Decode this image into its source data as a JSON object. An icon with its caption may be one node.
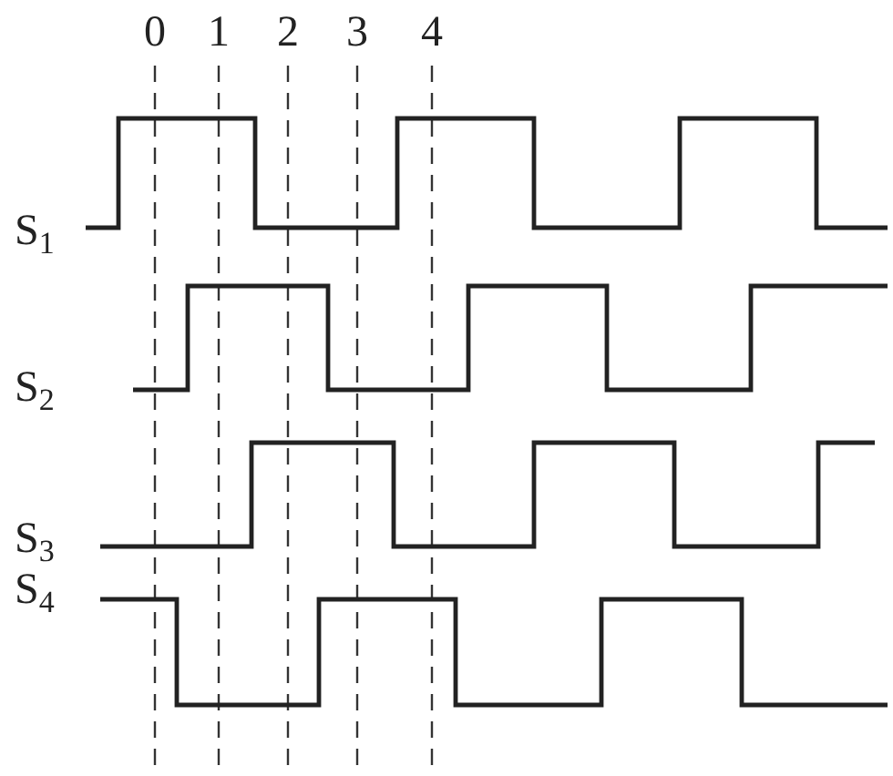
{
  "diagram": {
    "labels": [
      "0",
      "1",
      "2",
      "3",
      "4",
      "S$_{1}$",
      "S$_{2}$",
      "S$_{3}$",
      "S$_{4}$"
    ]
  }
}
